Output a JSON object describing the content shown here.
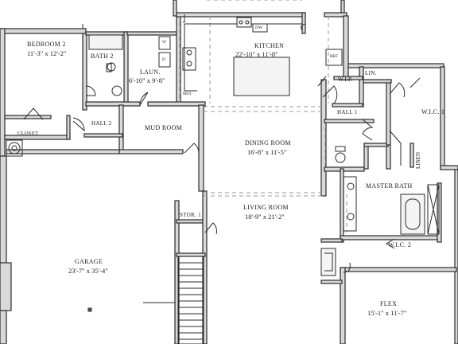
{
  "rooms": {
    "bedroom2": {
      "name": "BEDROOM 2",
      "dims": "11'-3\" x 12'-2\""
    },
    "bath2": {
      "name": "BATH 2"
    },
    "laundry": {
      "name": "LAUN.",
      "dims": "6'-10\" x 9'-8\""
    },
    "kitchen": {
      "name": "KITCHEN",
      "dims": "22'-10\" x 11'-8\""
    },
    "wip": {
      "name": "W.I.P."
    },
    "lin_top": {
      "name": "LIN."
    },
    "wic1": {
      "name": "W.I.C. 1"
    },
    "hall1": {
      "name": "HALL 1"
    },
    "hall2": {
      "name": "HALL 2"
    },
    "closet": {
      "name": "CLOSET"
    },
    "mud_room": {
      "name": "MUD ROOM"
    },
    "dining_room": {
      "name": "DINING ROOM",
      "dims": "16'-8\" x 11'-5\""
    },
    "linen_side": {
      "name": "LINEN"
    },
    "master_bath": {
      "name": "MASTER BATH"
    },
    "stor1": {
      "name": "STOR. 1"
    },
    "living_room": {
      "name": "LIVING ROOM",
      "dims": "18'-9\" x 21'-2\""
    },
    "garage": {
      "name": "GARAGE",
      "dims": "23'-7\" x 35'-4\""
    },
    "wic2": {
      "name": "W.I.C. 2"
    },
    "flex": {
      "name": "FLEX",
      "dims": "15'-1\" x 11'-7\""
    }
  },
  "appliances": {
    "dishwasher": "DW",
    "refrigerator": "REF",
    "washer": "W",
    "dryer": "D",
    "microwave_oven": "M/O"
  }
}
